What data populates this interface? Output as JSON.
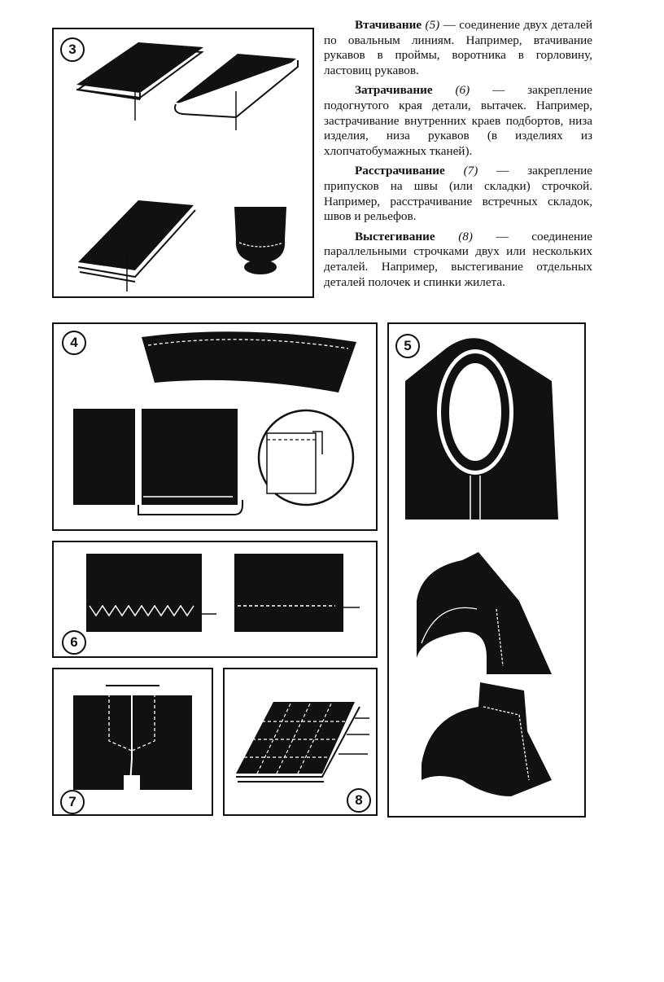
{
  "paragraphs": [
    {
      "term": "Втачивание",
      "num": "(5)",
      "rest": " — соединение двух деталей по овальным линиям. Например, втачивание рукавов в проймы, воротника в горловину, ластовиц рукавов."
    },
    {
      "term": "Затрачивание",
      "num": "(6)",
      "rest": " — закрепление подогнутого края детали, вытачек. Например, застрачивание внутренних краев подбортов, низа изделия, низа рукавов (в изделиях из хлопчатобумажных тканей)."
    },
    {
      "term": "Расстрачивание",
      "num": "(7)",
      "rest": " — закрепление припусков на швы (или складки) строчкой. Например, расстрачивание встречных складок, швов и рельефов."
    },
    {
      "term": "Выстегивание",
      "num": "(8)",
      "rest": " — соединение параллельными строчками двух или нескольких деталей. Например, выстегивание отдельных деталей полочек и спинки жилета."
    }
  ],
  "figures": {
    "f3": "3",
    "f4": "4",
    "f5": "5",
    "f6": "6",
    "f7": "7",
    "f8": "8"
  }
}
